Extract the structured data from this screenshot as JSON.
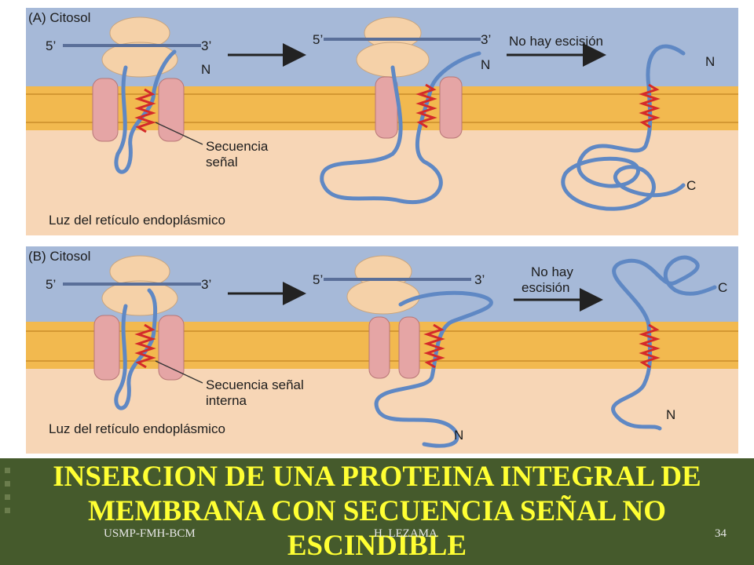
{
  "panel_a": {
    "label": "(A) Citosol",
    "five_prime_1": "5’",
    "three_prime_1": "3’",
    "n_1": "N",
    "five_prime_2": "5’",
    "three_prime_2": "3’",
    "n_2": "N",
    "no_cleavage": "No hay escisión",
    "n_3": "N",
    "c_3": "C",
    "signal_line1": "Secuencia",
    "signal_line2": "señal",
    "lumen": "Luz del retículo endoplásmico"
  },
  "panel_b": {
    "label": "(B) Citosol",
    "five_prime_1": "5’",
    "three_prime_1": "3’",
    "five_prime_2": "5’",
    "three_prime_2": "3’",
    "no_cleavage_line1": "No hay",
    "no_cleavage_line2": "escisión",
    "c_3": "C",
    "n_2": "N",
    "n_3": "N",
    "signal_line1": "Secuencia señal",
    "signal_line2": "interna",
    "lumen": "Luz del retículo endoplásmico"
  },
  "caption": "INSERCION DE UNA PROTEINA INTEGRAL DE MEMBRANA CON SECUENCIA SEÑAL NO ESCINDIBLE",
  "footer": {
    "left": "USMP-FMH-BCM",
    "center": "H. LEZAMA",
    "page": "34"
  },
  "colors": {
    "cytosol": "#a6b9d8",
    "membrane": "#f2b94f",
    "lumen": "#f7d6b6",
    "ribosome": "#f5d1a8",
    "translocon": "#e5a5a5",
    "protein": "#5f88c4",
    "signal": "#d42a2a",
    "background": "#455a2c",
    "caption_text": "#ffff33"
  }
}
